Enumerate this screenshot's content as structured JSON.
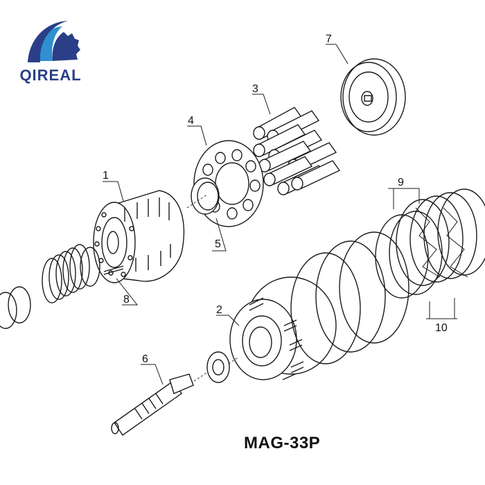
{
  "brand": {
    "name": "QIREAL",
    "colors": {
      "navy": "#2a3f87",
      "sky": "#2f8fd0"
    }
  },
  "model": "MAG-33P",
  "callouts": {
    "c1": "1",
    "c2": "2",
    "c3": "3",
    "c4": "4",
    "c5": "5",
    "c6": "6",
    "c7": "7",
    "c8": "8",
    "c9": "9",
    "c10": "10"
  },
  "colors": {
    "line": "#1a1a1a",
    "background": "#ffffff"
  }
}
